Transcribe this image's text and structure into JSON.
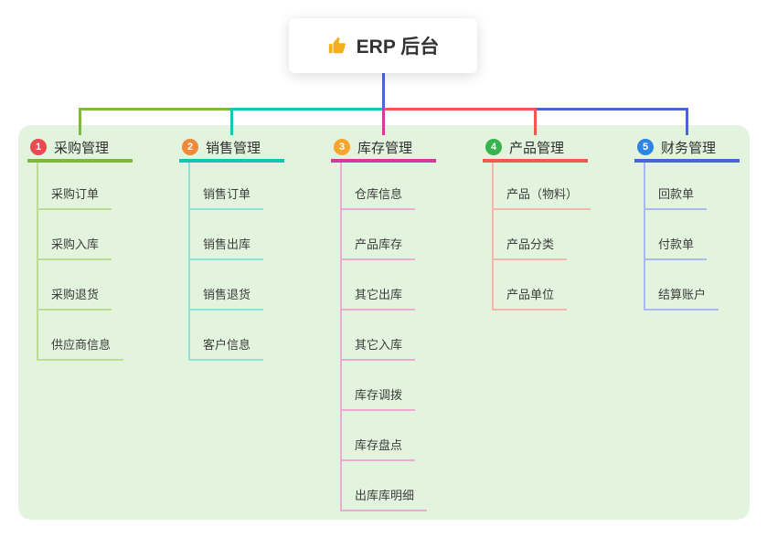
{
  "root": {
    "label": "ERP 后台",
    "icon": "thumbs-up-icon",
    "icon_color": "#f2b01e",
    "line_color": "#4a66d6"
  },
  "canvas_color": "#e2f4dd",
  "branches": [
    {
      "badge": "1",
      "badge_color": "#e84c51",
      "label": "采购管理",
      "line_color": "#7db93e",
      "child_line_color": "#bedd92",
      "children": [
        "采购订单",
        "采购入库",
        "采购退货",
        "供应商信息"
      ]
    },
    {
      "badge": "2",
      "badge_color": "#f08a38",
      "label": "销售管理",
      "line_color": "#18c5b4",
      "child_line_color": "#8fe2d7",
      "children": [
        "销售订单",
        "销售出库",
        "销售退货",
        "客户信息"
      ]
    },
    {
      "badge": "3",
      "badge_color": "#f7a52e",
      "label": "库存管理",
      "line_color": "#d43a9b",
      "child_line_color": "#edabd3",
      "children": [
        "仓库信息",
        "产品库存",
        "其它出库",
        "其它入库",
        "库存调拨",
        "库存盘点",
        "出库库明细"
      ]
    },
    {
      "badge": "4",
      "badge_color": "#37b44e",
      "label": "产品管理",
      "line_color": "#ef5a4e",
      "child_line_color": "#f7b5ad",
      "children": [
        "产品（物料）",
        "产品分类",
        "产品单位"
      ]
    },
    {
      "badge": "5",
      "badge_color": "#2e85e8",
      "label": "财务管理",
      "line_color": "#4a66d6",
      "child_line_color": "#aab8ee",
      "children": [
        "回款单",
        "付款单",
        "结算账户"
      ]
    }
  ]
}
